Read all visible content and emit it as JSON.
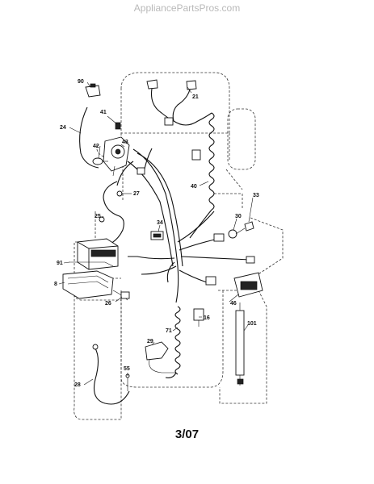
{
  "watermark": "AppliancePartsPros.com",
  "caption": "3/07",
  "callouts": [
    {
      "id": "90",
      "label": "90"
    },
    {
      "id": "21",
      "label": "21"
    },
    {
      "id": "41",
      "label": "41"
    },
    {
      "id": "24",
      "label": "24"
    },
    {
      "id": "43",
      "label": "43"
    },
    {
      "id": "42",
      "label": "42"
    },
    {
      "id": "40",
      "label": "40"
    },
    {
      "id": "27",
      "label": "27"
    },
    {
      "id": "33",
      "label": "33"
    },
    {
      "id": "25",
      "label": "25"
    },
    {
      "id": "34",
      "label": "34"
    },
    {
      "id": "30",
      "label": "30"
    },
    {
      "id": "91",
      "label": "91"
    },
    {
      "id": "8",
      "label": "8"
    },
    {
      "id": "26",
      "label": "26"
    },
    {
      "id": "46",
      "label": "46"
    },
    {
      "id": "16",
      "label": "16"
    },
    {
      "id": "71",
      "label": "71"
    },
    {
      "id": "101",
      "label": "101"
    },
    {
      "id": "29",
      "label": "29"
    },
    {
      "id": "28",
      "label": "28"
    },
    {
      "id": "55",
      "label": "55"
    }
  ]
}
